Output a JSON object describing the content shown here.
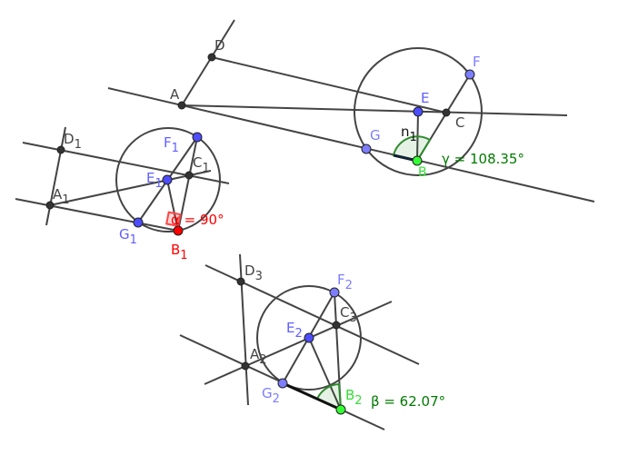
{
  "figure1": {
    "points": {
      "D": "D",
      "A": "A",
      "E": "E",
      "F": "F",
      "C": "C",
      "G": "G",
      "B": "B"
    },
    "segment_label": "n",
    "segment_label_sub": "1",
    "angle_label": "γ = 108.35°"
  },
  "figure2": {
    "points": {
      "D": "D",
      "A": "A",
      "E": "E",
      "F": "F",
      "C": "C",
      "G": "G",
      "B": "B"
    },
    "sub": "1",
    "angle_label": "α = 90°"
  },
  "figure3": {
    "points": {
      "D": "D",
      "A": "A",
      "E": "E",
      "F": "F",
      "C": "C",
      "G": "G",
      "B": "B"
    },
    "sub_D": "3",
    "sub_A": "2",
    "sub_E": "2",
    "sub_F": "2",
    "sub_C": "3",
    "sub_G": "2",
    "sub_B": "2",
    "angle_label": "β = 62.07°"
  },
  "colors": {
    "line": "#444444",
    "point_blue": "#4d4dff",
    "point_green": "#33ff33",
    "point_red": "#ff0000",
    "angle_green": "#007a00"
  }
}
